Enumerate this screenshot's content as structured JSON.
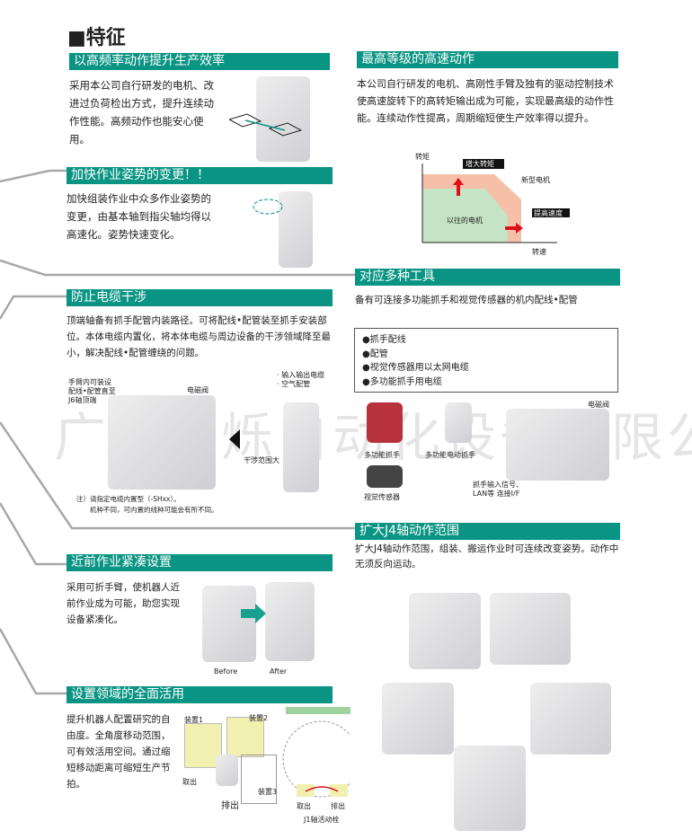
{
  "title": "特征",
  "watermark": "广州凯烁自动化设备有限公司",
  "accent": "#0a9483",
  "sections": {
    "s1": {
      "heading": "以高频率动作提升生产效率",
      "body": "采用本公司自行研发的电机、改进过负荷检出方式，提升连续动作性能。高频动作也能安心使用。"
    },
    "s2": {
      "heading": "加快作业姿势的变更！！",
      "body": "加快组装作业中众多作业姿势的变更，由基本轴到指尖轴均得以高速化。姿势快速变化。"
    },
    "s3": {
      "heading": "防止电缆干涉",
      "body": "顶端轴备有抓手配管内装路径。可将配线•配管装至抓手安装部位。本体电缆内置化，将本体电缆与周边设备的干涉领域降至最小，解决配线•配管缠绕的问题。",
      "labels": {
        "arm": "手臂内可装设配线•配管直至J6轴顶端",
        "valve": "电磁阀",
        "cables": "· 输入输出电缆\n· 空气配管",
        "range": "干涉范围大"
      },
      "note1": "注）请指定电缆内置型（-SHxx）。",
      "note2": "机种不同，可内置的线种可能会有所不同。"
    },
    "s4": {
      "heading": "近前作业紧凑设置",
      "body": "采用可折手臂，使机器人近前作业成为可能，助您实现设备紧凑化。",
      "before": "Before",
      "after": "After"
    },
    "s5": {
      "heading": "设置领域的全面活用",
      "body": "提升机器人配置研究的自由度。全角度移动范围，可有效活用空间。通过缩短移动距离可缩短生产节拍。",
      "labels": {
        "dev1": "装置1",
        "dev2": "装置2",
        "dev3": "装置3",
        "take": "取出",
        "discharge": "排出",
        "take2": "取出",
        "discharge2": "排出",
        "j1": "J1轴活动栓"
      }
    },
    "r1": {
      "heading": "最高等级的高速动作",
      "body": "本公司自行研发的电机、高刚性手臂及独有的驱动控制技术使高速旋转下的高转矩输出成为可能，实现最高级的动作性能。连续动作性提高，周期缩短使生产效率得以提升。",
      "chart": {
        "ylabel": "转矩",
        "xlabel": "转速",
        "torque": "增大转矩",
        "speed": "提高速度",
        "new_motor": "新型电机",
        "old_motor": "以往的电机",
        "new_color": "#f6c0a8",
        "old_color": "#c5e3c5",
        "arrow_color": "#e0101a"
      }
    },
    "r2": {
      "heading": "对应多种工具",
      "body": "备有可连接多功能抓手和视觉传感器的机内配线•配管",
      "list": [
        "●抓手配线",
        "●配管",
        "●视觉传感器用以太网电缆",
        "●多功能抓手用电缆"
      ],
      "labels": {
        "gripper": "多功能抓手",
        "egripper": "多功能电动抓手",
        "vision": "视觉传感器",
        "valve": "电磁阀",
        "io": "抓手输入信号、\nLAN等 连接I/F"
      }
    },
    "r3": {
      "heading": "扩大J4轴动作范围",
      "body": "扩大J4轴动作范围，组装、搬运作业时可连续改变姿势。动作中无须反向运动。"
    }
  }
}
